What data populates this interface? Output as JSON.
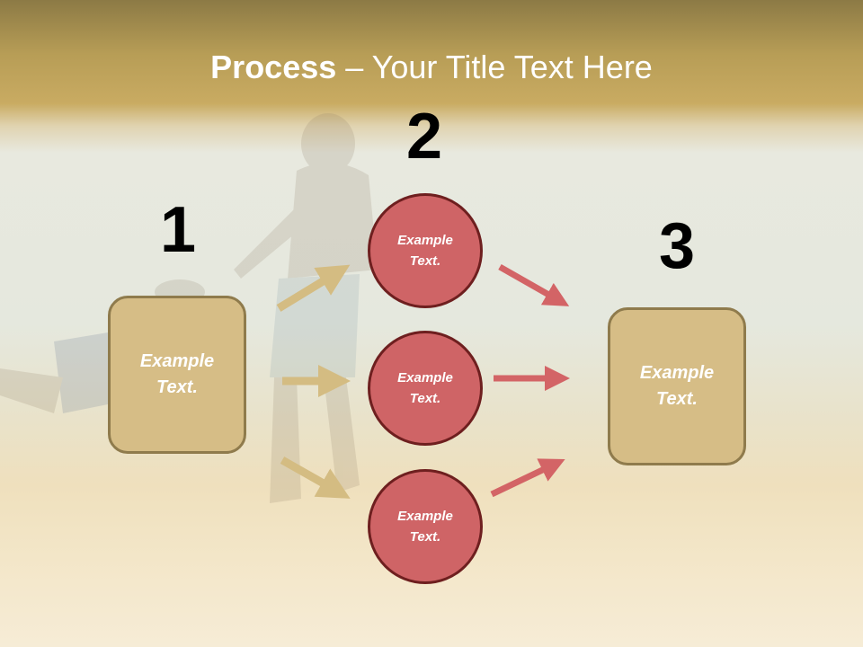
{
  "title": {
    "bold": "Process",
    "rest": " – Your Title Text Here"
  },
  "numbers": {
    "n1": "1",
    "n2": "2",
    "n3": "3"
  },
  "left_box": {
    "line1": "Example",
    "line2": "Text."
  },
  "right_box": {
    "line1": "Example",
    "line2": "Text."
  },
  "circles": [
    {
      "line1": "Example",
      "line2": "Text."
    },
    {
      "line1": "Example",
      "line2": "Text."
    },
    {
      "line1": "Example",
      "line2": "Text."
    }
  ],
  "colors": {
    "box_fill": "#d6bd86",
    "circle_fill": "#cf6466",
    "tan_arrow": "#d4bc82",
    "red_arrow": "#d36466"
  }
}
